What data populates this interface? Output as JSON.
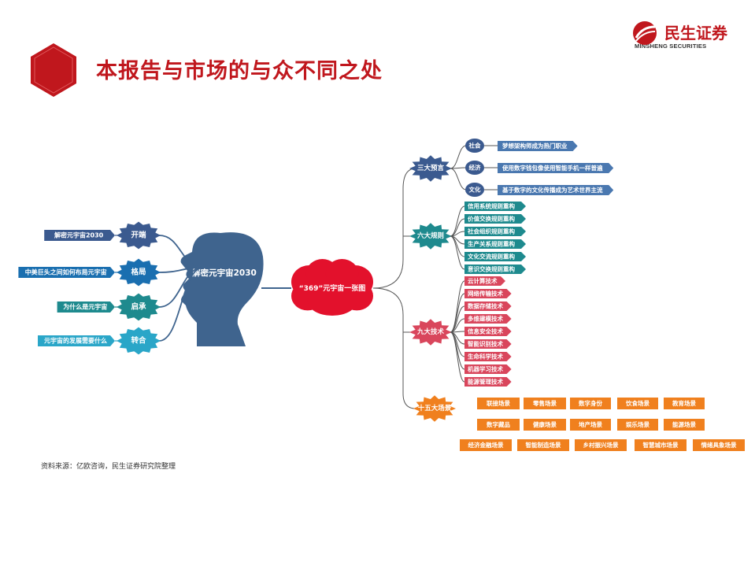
{
  "header": {
    "title": "本报告与市场的与众不同之处",
    "logo_cn": "民生证券",
    "logo_en": "MINSHENG SECURITIES"
  },
  "source": "资料来源：亿欧咨询，民生证券研究院整理",
  "colors": {
    "brand_red": "#c0171d",
    "navy": "#3b5a8f",
    "head": "#3f648e",
    "teal": "#1e8a8e",
    "pink": "#d9465c",
    "orange": "#f0801e",
    "cloud_red": "#e3112c"
  },
  "diagram": {
    "head_label": "解密元宇宙2030",
    "center_label": "“369”元宇宙一张图",
    "left": [
      {
        "node": "开端",
        "label": "解密元宇宙2030",
        "color": "#3b5a8f"
      },
      {
        "node": "格局",
        "label": "中美巨头之间如何布局元宇宙",
        "color": "#1a6fb0"
      },
      {
        "node": "启承",
        "label": "为什么是元宇宙",
        "color": "#1e8a8e"
      },
      {
        "node": "转合",
        "label": "元宇宙的发展需要什么",
        "color": "#2aa6c8"
      }
    ],
    "groups": [
      {
        "name": "三大预言",
        "color": "#3b5a8f",
        "items": [
          {
            "tag": "社会",
            "text": "梦想架构师成为热门职业"
          },
          {
            "tag": "经济",
            "text": "使用数字钱包像使用智能手机一样普遍"
          },
          {
            "tag": "文化",
            "text": "基于数字的文化传播成为艺术世界主流"
          }
        ]
      },
      {
        "name": "六大规则",
        "color": "#1e8a8e",
        "items": [
          "信用系统规则重构",
          "价值交换规则重构",
          "社会组织规则重构",
          "生产关系规则重构",
          "文化交流规则重构",
          "意识交换规则重构"
        ]
      },
      {
        "name": "九大技术",
        "color": "#d9465c",
        "items": [
          "云计算技术",
          "网络传输技术",
          "数据存储技术",
          "多维建模技术",
          "信息安全技术",
          "智能识别技术",
          "生命科学技术",
          "机器学习技术",
          "能源管理技术"
        ]
      },
      {
        "name": "十五大场景",
        "color": "#f0801e",
        "rows": [
          [
            "联接场景",
            "零售场景",
            "数字身份",
            "饮食场景",
            "教育场景"
          ],
          [
            "数字藏品",
            "健康场景",
            "地产场景",
            "娱乐场景",
            "能源场景"
          ],
          [
            "经济金融场景",
            "智能制造场景",
            "乡村振兴场景",
            "智慧城市场景",
            "情绪具象场景"
          ]
        ]
      }
    ]
  }
}
